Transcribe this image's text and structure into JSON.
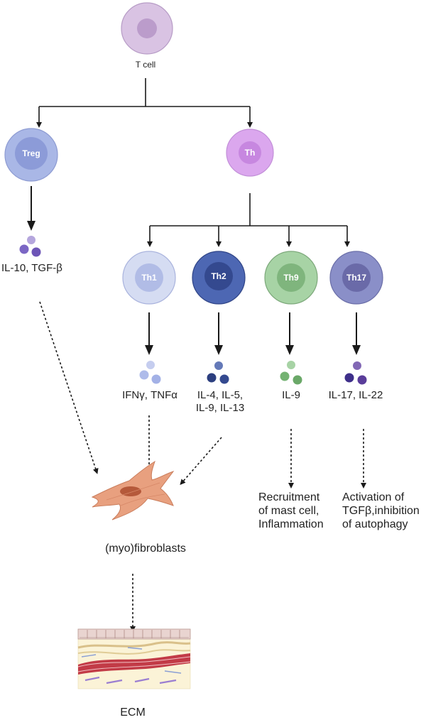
{
  "nodes": {
    "tcell": {
      "label": "T cell"
    },
    "treg": {
      "label": "Treg",
      "products": "IL-10, TGF-β"
    },
    "th": {
      "label": "Th"
    },
    "th1": {
      "label": "Th1",
      "products": "IFNγ, TNFα"
    },
    "th2": {
      "label": "Th2",
      "products_line1": "IL-4, IL-5,",
      "products_line2": "IL-9, IL-13"
    },
    "th9": {
      "label": "Th9",
      "products": "IL-9",
      "effect_line1": "Recruitment",
      "effect_line2": "of mast cell,",
      "effect_line3": "Inflammation"
    },
    "th17": {
      "label": "Th17",
      "products": "IL-17, IL-22",
      "effect_line1": "Activation of",
      "effect_line2": "TGFβ,inhibition",
      "effect_line3": "of autophagy"
    },
    "fibro": {
      "label": "(myo)fibroblasts"
    },
    "ecm": {
      "label": "ECM"
    }
  },
  "colors": {
    "tcell_outer": "#d9c3e3",
    "tcell_inner": "#bb9ccb",
    "treg_outer": "#a9b7e6",
    "treg_inner": "#8c9bd8",
    "th_outer": "#dba7ee",
    "th_inner": "#c787e0",
    "th1_outer": "#d5dcf2",
    "th1_inner": "#b1bce6",
    "th2_outer": "#4d67b3",
    "th2_inner": "#34498f",
    "th9_outer": "#a7d3a5",
    "th9_inner": "#7fb57d",
    "th17_outer": "#8a8fc8",
    "th17_inner": "#6a6aa8",
    "fibroblast": "#e8a07f",
    "arrow": "#1a1a1a"
  }
}
